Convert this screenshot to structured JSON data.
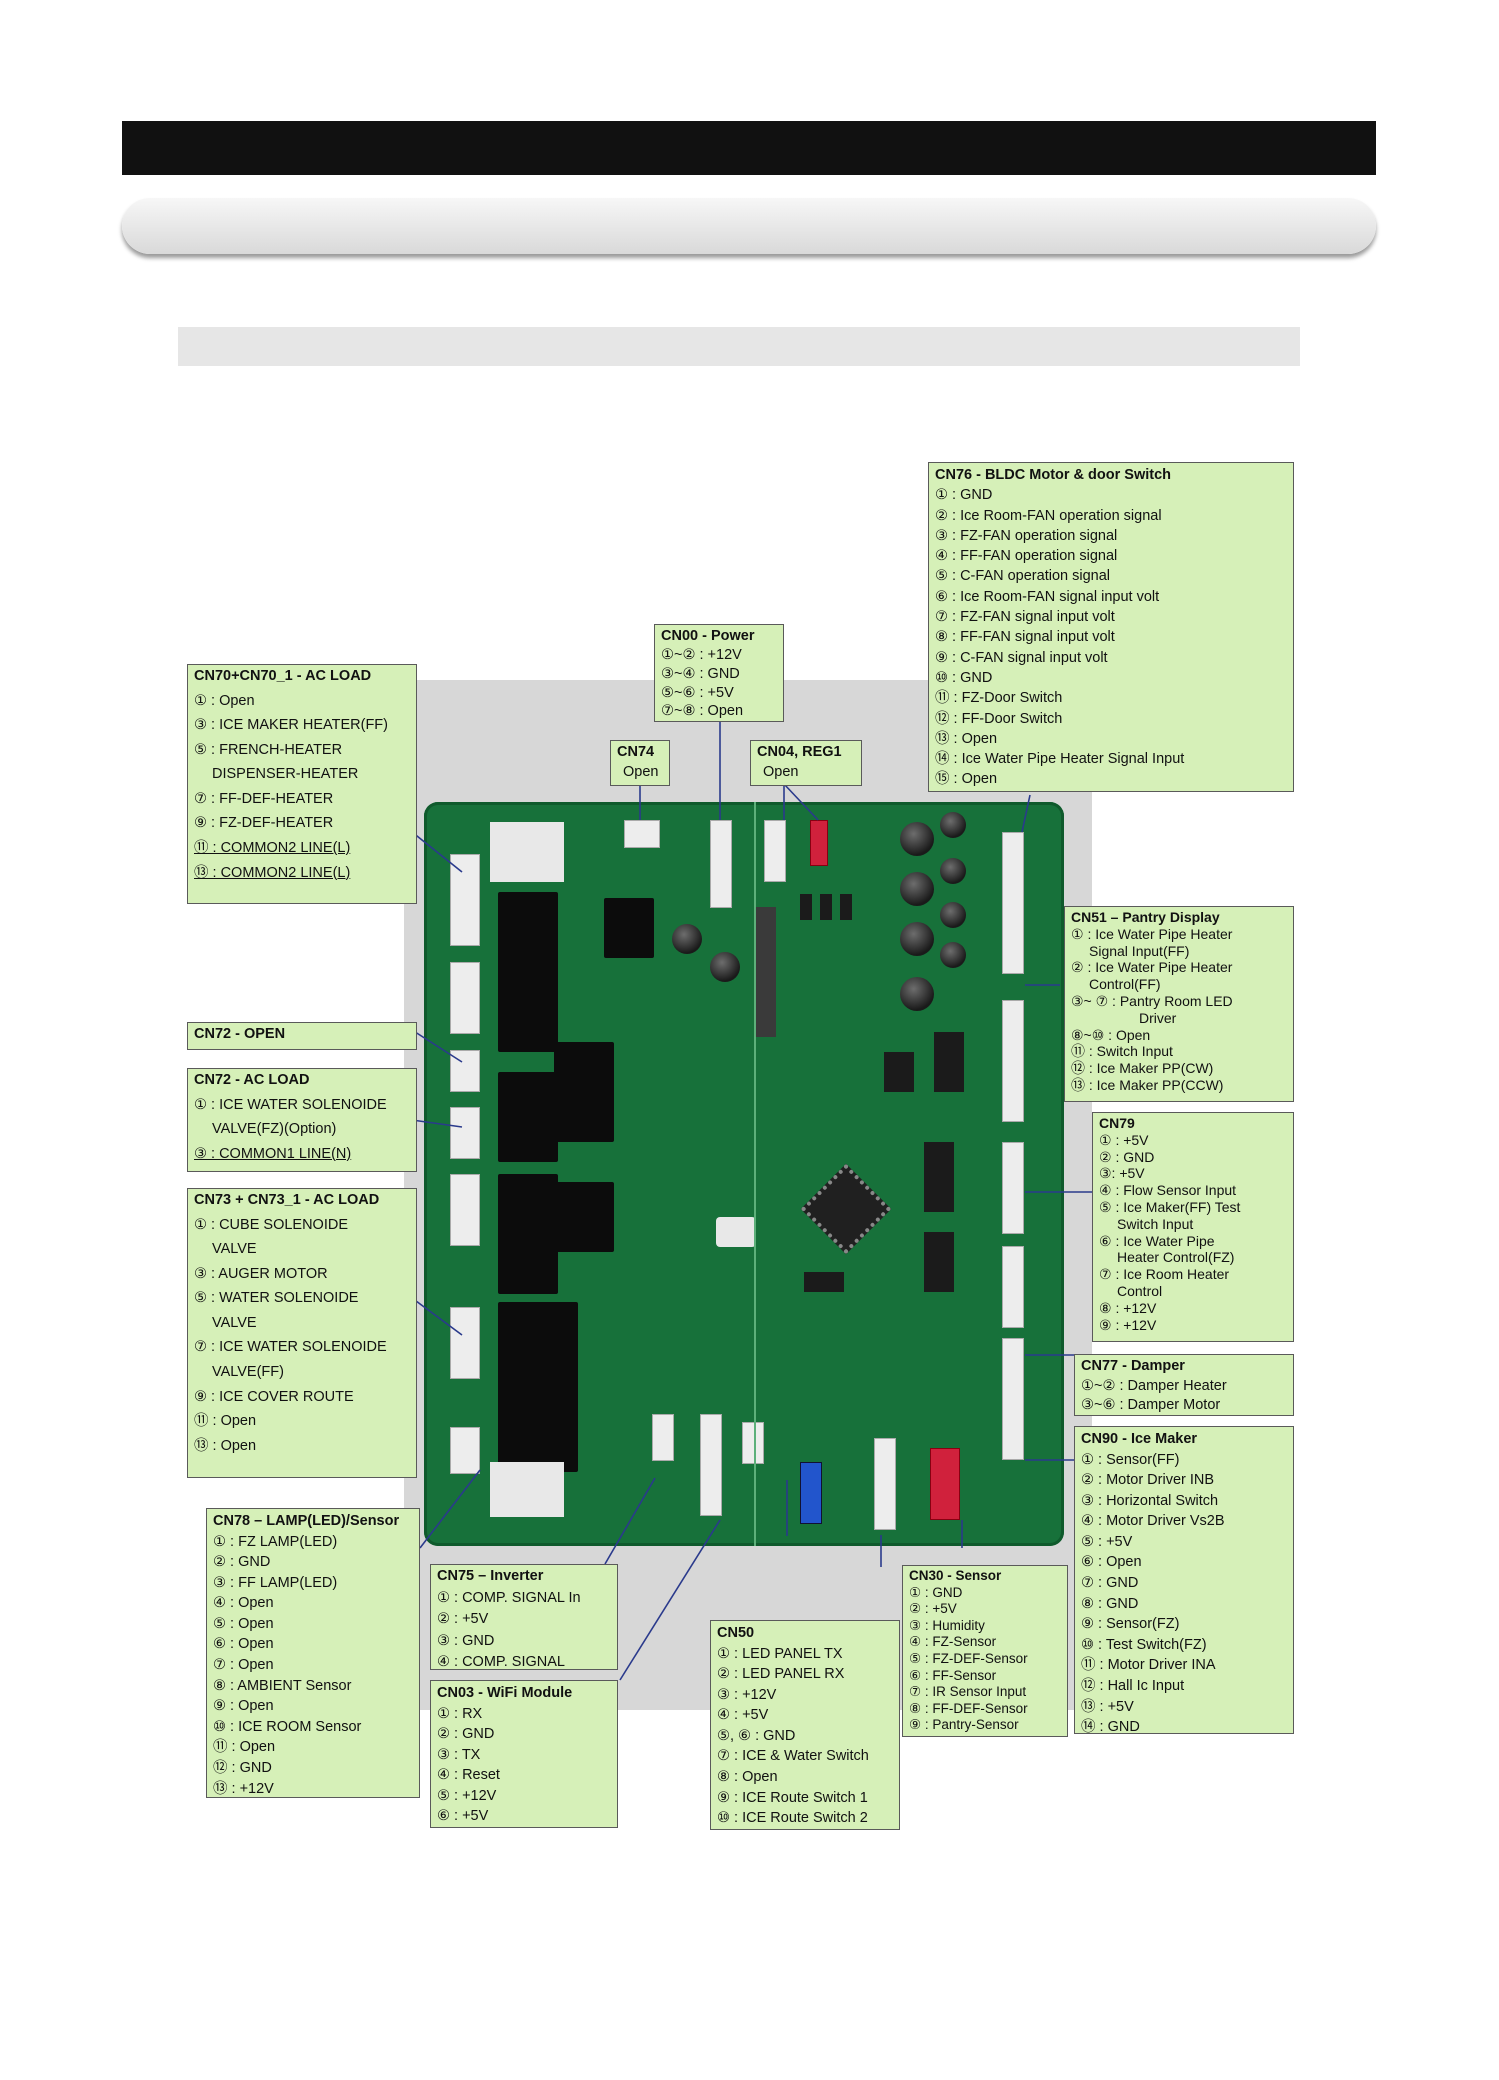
{
  "boxes": {
    "cn70": {
      "title": "CN70+CN70_1 - AC LOAD",
      "rows": [
        "① : Open",
        "③ : ICE MAKER HEATER(FF)",
        "⑤ : FRENCH-HEATER",
        "DISPENSER-HEATER",
        "⑦ : FF-DEF-HEATER",
        "⑨ : FZ-DEF-HEATER",
        "⑪ : COMMON2 LINE(L)",
        "⑬ : COMMON2 LINE(L)"
      ]
    },
    "cn72open": {
      "title": "CN72 - OPEN"
    },
    "cn72ac": {
      "title": "CN72 - AC LOAD",
      "rows": [
        "① : ICE WATER SOLENOIDE",
        "VALVE(FZ)(Option)",
        "③ : COMMON1 LINE(N)"
      ]
    },
    "cn73": {
      "title": "CN73 + CN73_1 - AC LOAD",
      "rows": [
        "① : CUBE SOLENOIDE",
        "VALVE",
        "③ : AUGER MOTOR",
        "⑤ : WATER SOLENOIDE",
        "VALVE",
        "⑦ : ICE WATER SOLENOIDE",
        "VALVE(FF)",
        "⑨ : ICE COVER ROUTE",
        "⑪ : Open",
        "⑬ : Open"
      ]
    },
    "cn78": {
      "title": "CN78 – LAMP(LED)/Sensor",
      "rows": [
        "① : FZ LAMP(LED)",
        "② : GND",
        "③ : FF LAMP(LED)",
        "④ : Open",
        "⑤ : Open",
        "⑥ : Open",
        "⑦ : Open",
        "⑧ : AMBIENT Sensor",
        "⑨ : Open",
        "⑩ : ICE ROOM Sensor",
        "⑪ : Open",
        "⑫ : GND",
        "⑬ : +12V"
      ]
    },
    "cn75": {
      "title": "CN75 – Inverter",
      "rows": [
        "① : COMP. SIGNAL In",
        "② : +5V",
        "③ : GND",
        "④ : COMP. SIGNAL"
      ]
    },
    "cn03": {
      "title": "CN03 - WiFi Module",
      "rows": [
        "① : RX",
        "② : GND",
        "③ : TX",
        "④ : Reset",
        "⑤ : +12V",
        "⑥ : +5V"
      ]
    },
    "cn50": {
      "title": "CN50",
      "rows": [
        "① : LED PANEL TX",
        "② : LED PANEL RX",
        "③ : +12V",
        "④ : +5V",
        "⑤, ⑥ : GND",
        "⑦ : ICE & Water Switch",
        "⑧ : Open",
        "⑨ : ICE Route Switch 1",
        "⑩ : ICE Route Switch 2"
      ]
    },
    "cn30": {
      "title": "CN30 - Sensor",
      "rows": [
        "① : GND",
        "② : +5V",
        "③ : Humidity",
        "④ : FZ-Sensor",
        "⑤ : FZ-DEF-Sensor",
        "⑥ : FF-Sensor",
        "⑦ : IR Sensor Input",
        "⑧ : FF-DEF-Sensor",
        "⑨ : Pantry-Sensor"
      ]
    },
    "cn90": {
      "title": "CN90 - Ice Maker",
      "rows": [
        "① : Sensor(FF)",
        "② : Motor Driver INB",
        "③ : Horizontal Switch",
        "④ : Motor Driver Vs2B",
        "⑤ : +5V",
        "⑥ : Open",
        "⑦ : GND",
        "⑧ : GND",
        "⑨ : Sensor(FZ)",
        "⑩ : Test Switch(FZ)",
        "⑪ : Motor Driver INA",
        "⑫ : Hall Ic Input",
        "⑬ : +5V",
        "⑭ : GND"
      ]
    },
    "cn77": {
      "title": "CN77 - Damper",
      "rows": [
        "①~② : Damper Heater",
        "③~⑥ : Damper Motor"
      ]
    },
    "cn79": {
      "title": "CN79",
      "rows": [
        "① : +5V",
        "② : GND",
        "③: +5V",
        "④ : Flow Sensor Input",
        "⑤ : Ice Maker(FF) Test",
        "Switch Input",
        "⑥ : Ice Water Pipe",
        "Heater Control(FZ)",
        "⑦ : Ice Room Heater",
        "Control",
        "⑧ : +12V",
        "⑨ : +12V"
      ]
    },
    "cn51": {
      "title": "CN51 – Pantry Display",
      "rows": [
        "① : Ice Water Pipe Heater",
        "Signal Input(FF)",
        "② : Ice Water Pipe Heater",
        "Control(FF)",
        "③~ ⑦ : Pantry Room LED",
        "Driver",
        "⑧~⑩ : Open",
        "⑪ : Switch Input",
        "⑫ : Ice Maker PP(CW)",
        "⑬ : Ice Maker PP(CCW)"
      ]
    },
    "cn76": {
      "title": "CN76 - BLDC Motor & door Switch",
      "rows": [
        "① : GND",
        "② : Ice Room-FAN operation signal",
        "③ : FZ-FAN operation signal",
        "④ : FF-FAN operation signal",
        "⑤ : C-FAN operation signal",
        "⑥ : Ice Room-FAN signal input volt",
        "⑦ : FZ-FAN signal input volt",
        "⑧ : FF-FAN signal input volt",
        "⑨ : C-FAN signal input volt",
        "⑩ : GND",
        "⑪ : FZ-Door Switch",
        "⑫ : FF-Door Switch",
        "⑬ : Open",
        "⑭ : Ice Water Pipe Heater Signal Input",
        "⑮ : Open"
      ]
    },
    "cn00": {
      "title": "CN00 - Power",
      "rows": [
        "①~② : +12V",
        "③~④ : GND",
        "⑤~⑥ : +5V",
        "⑦~⑧ : Open"
      ]
    },
    "cn74": {
      "title": "CN74",
      "rows": [
        "Open"
      ]
    },
    "cn04": {
      "title": "CN04, REG1",
      "rows": [
        "Open"
      ]
    }
  }
}
